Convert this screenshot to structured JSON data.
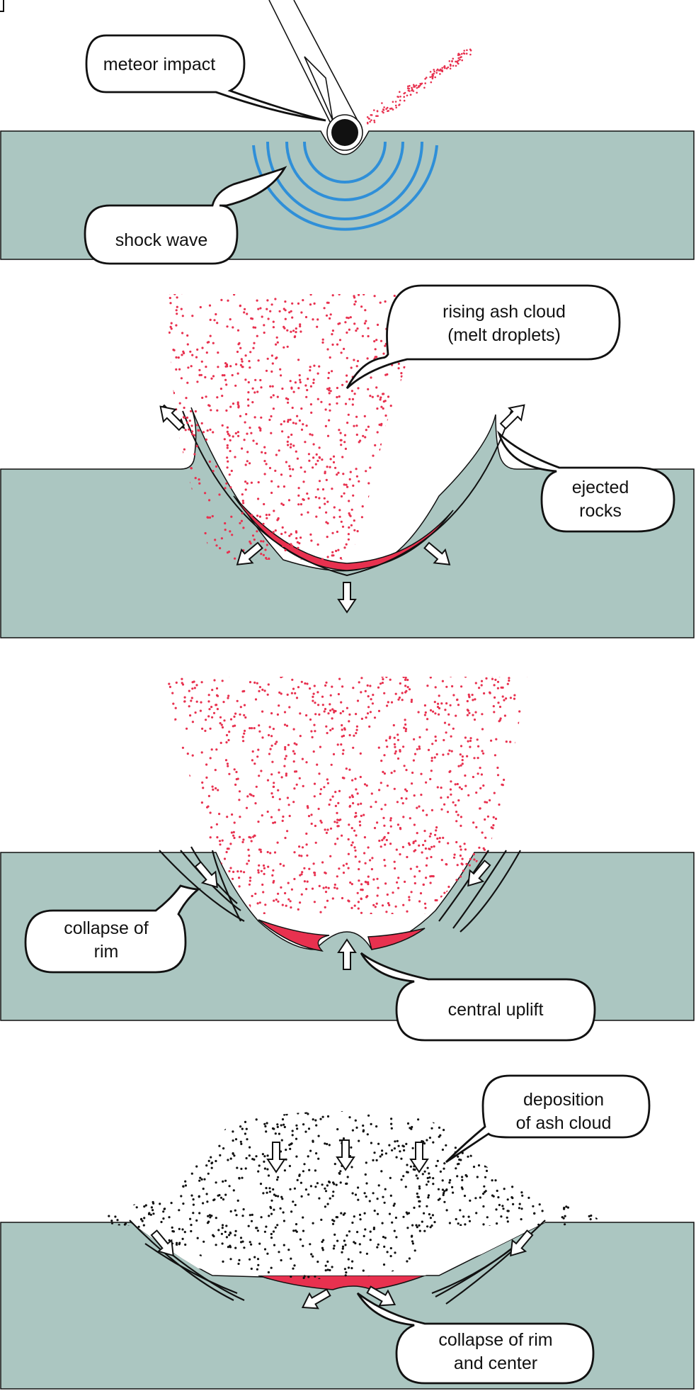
{
  "colors": {
    "ground": "#abc6c1",
    "melt": "#e8314f",
    "shock": "#2f8fd8",
    "ash_dots": "#e8314f",
    "deposit_dots": "#111111",
    "outline": "#111111"
  },
  "panels": [
    {
      "id": "impact",
      "labels": [
        {
          "key": "meteor",
          "text": [
            "meteor impact"
          ]
        },
        {
          "key": "shock",
          "text": [
            "shock wave"
          ]
        }
      ]
    },
    {
      "id": "excavation",
      "labels": [
        {
          "key": "ash",
          "text": [
            "rising ash cloud",
            "(melt droplets)"
          ]
        },
        {
          "key": "ejected",
          "text": [
            "ejected",
            "rocks"
          ]
        }
      ]
    },
    {
      "id": "modification",
      "labels": [
        {
          "key": "rim",
          "text": [
            "collapse of",
            "rim"
          ]
        },
        {
          "key": "uplift",
          "text": [
            "central uplift"
          ]
        }
      ]
    },
    {
      "id": "deposition",
      "labels": [
        {
          "key": "deposit",
          "text": [
            "deposition",
            "of ash cloud"
          ]
        },
        {
          "key": "center",
          "text": [
            "collapse of rim",
            "and center"
          ]
        }
      ]
    }
  ]
}
